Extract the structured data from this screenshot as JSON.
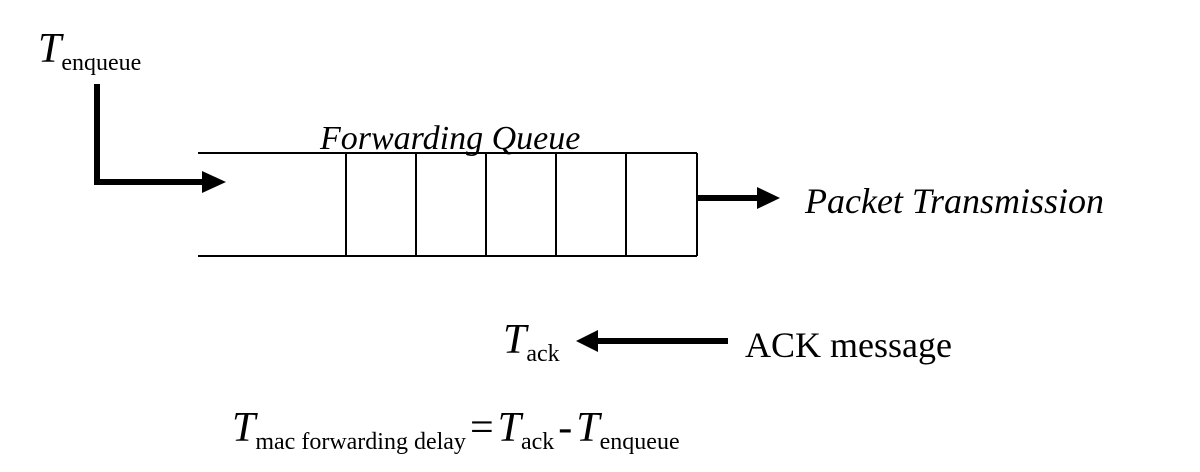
{
  "labels": {
    "t_enqueue": {
      "symbol": "T",
      "subscript": "enqueue"
    },
    "queue_title": "Forwarding Queue",
    "packet_transmission": "Packet Transmission",
    "t_ack": {
      "symbol": "T",
      "subscript": "ack"
    },
    "ack_message": "ACK message"
  },
  "formula": {
    "lhs_symbol": "T",
    "lhs_subscript": "mac forwarding delay",
    "equals": "=",
    "term1_symbol": "T",
    "term1_subscript": "ack",
    "minus": "-",
    "term2_symbol": "T",
    "term2_subscript": "enqueue"
  },
  "queue": {
    "slot_count": 5
  },
  "colors": {
    "stroke": "#000000",
    "background": "#ffffff"
  }
}
